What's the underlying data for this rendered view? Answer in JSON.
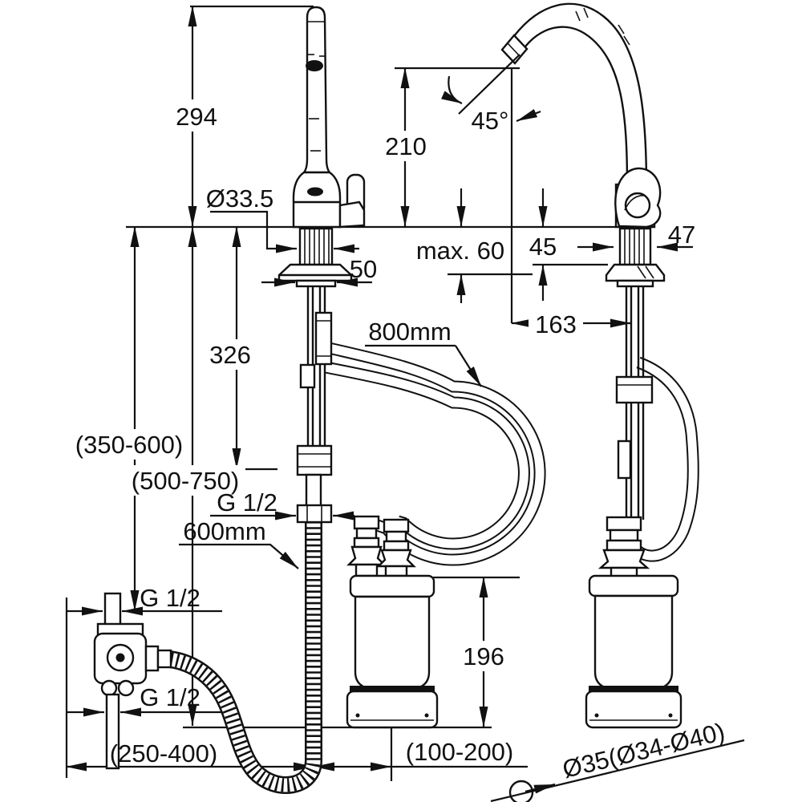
{
  "drawing": {
    "type": "technical-dimension-drawing",
    "subject": "kitchen filter faucet with angle valve and filter cartridge, front and side views",
    "units": "mm",
    "front_view": {
      "height_above_deck": "294",
      "spout_pipe_diameter": "Ø33.5",
      "escutcheon_width": "50",
      "deck_to_filter_connection": "326",
      "deck_to_valve_range": "(350-600)",
      "deck_to_base_range": "(500-750)",
      "filter_connection_thread": "G 1/2",
      "supply_hose_length": "600mm",
      "valve_inlet_thread": "G 1/2",
      "valve_outlet_thread": "G 1/2",
      "valve_offset_range": "(250-400)",
      "cartridge_offset_range": "(100-200)"
    },
    "side_view": {
      "spout_height": "210",
      "spout_angle": "45°",
      "max_deck_thickness": "max. 60",
      "clamp_height": "45",
      "body_depth": "47",
      "spout_reach": "163",
      "filter_hose_length": "800mm",
      "cartridge_height": "196",
      "hole_diameter": "Ø35(Ø34-Ø40)"
    }
  }
}
